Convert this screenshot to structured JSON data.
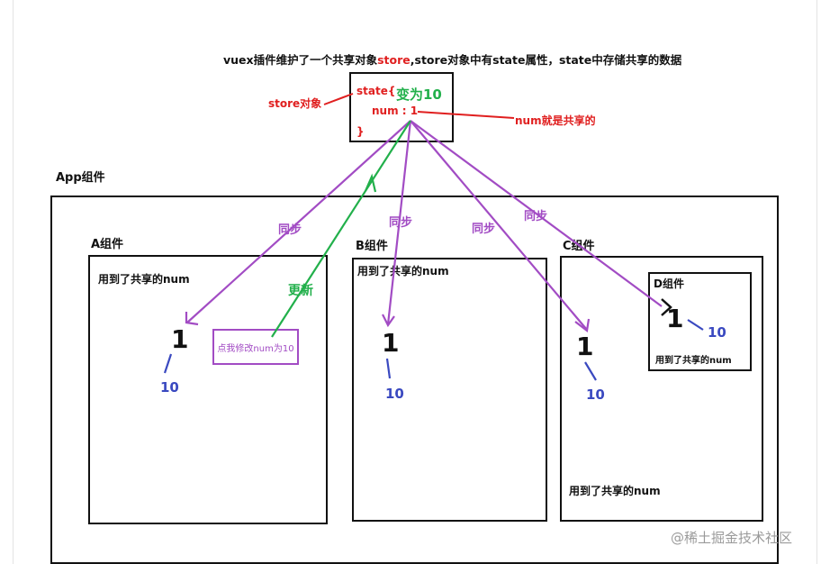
{
  "title_prefix": "vuex插件维护了一个共享对象",
  "title_store": "store",
  "title_suffix": ",store对象中有state属性，state中存储共享的数据",
  "store_box": {
    "line1": "state{",
    "line2": "num : 1",
    "line3": "}"
  },
  "labels": {
    "store_object": "store对象",
    "change_to": "变为10",
    "num_shared": "num就是共享的",
    "app": "App组件",
    "update": "更新",
    "sync": "同步"
  },
  "components": {
    "a": {
      "name": "A组件",
      "uses": "用到了共享的num",
      "value": "1",
      "new_value": "10",
      "button": "点我修改num为10"
    },
    "b": {
      "name": "B组件",
      "uses": "用到了共享的num",
      "value": "1",
      "new_value": "10"
    },
    "c": {
      "name": "C组件",
      "uses": "用到了共享的num",
      "value": "1",
      "new_value": "10"
    },
    "d": {
      "name": "D组件",
      "uses": "用到了共享的num",
      "value": "1",
      "new_value": "10"
    }
  },
  "watermark": "@稀土掘金技术社区",
  "colors": {
    "sync": "#a24cc4",
    "update": "#22b04b",
    "annot": "#e01f1f",
    "value": "#3a49c0"
  }
}
